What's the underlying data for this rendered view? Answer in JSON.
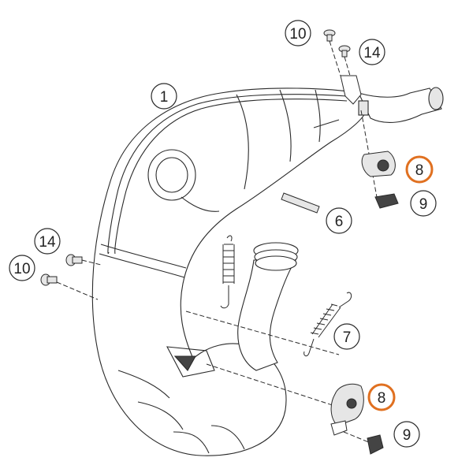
{
  "diagram": {
    "callouts": [
      {
        "id": "c10-top",
        "label": "10",
        "highlight": false
      },
      {
        "id": "c14-top",
        "label": "14",
        "highlight": false
      },
      {
        "id": "c1",
        "label": "1",
        "highlight": false
      },
      {
        "id": "c8-top",
        "label": "8",
        "highlight": true
      },
      {
        "id": "c9-top",
        "label": "9",
        "highlight": false
      },
      {
        "id": "c6",
        "label": "6",
        "highlight": false
      },
      {
        "id": "c14-left",
        "label": "14",
        "highlight": false
      },
      {
        "id": "c10-left",
        "label": "10",
        "highlight": false
      },
      {
        "id": "c7",
        "label": "7",
        "highlight": false
      },
      {
        "id": "c8-bottom",
        "label": "8",
        "highlight": true
      },
      {
        "id": "c9-bottom",
        "label": "9",
        "highlight": false
      }
    ]
  },
  "colors": {
    "line": "#2a2a2a",
    "fill": "#ffffff",
    "shade": "#e6e6e6",
    "dark": "#444444",
    "highlight": "#e07020"
  }
}
